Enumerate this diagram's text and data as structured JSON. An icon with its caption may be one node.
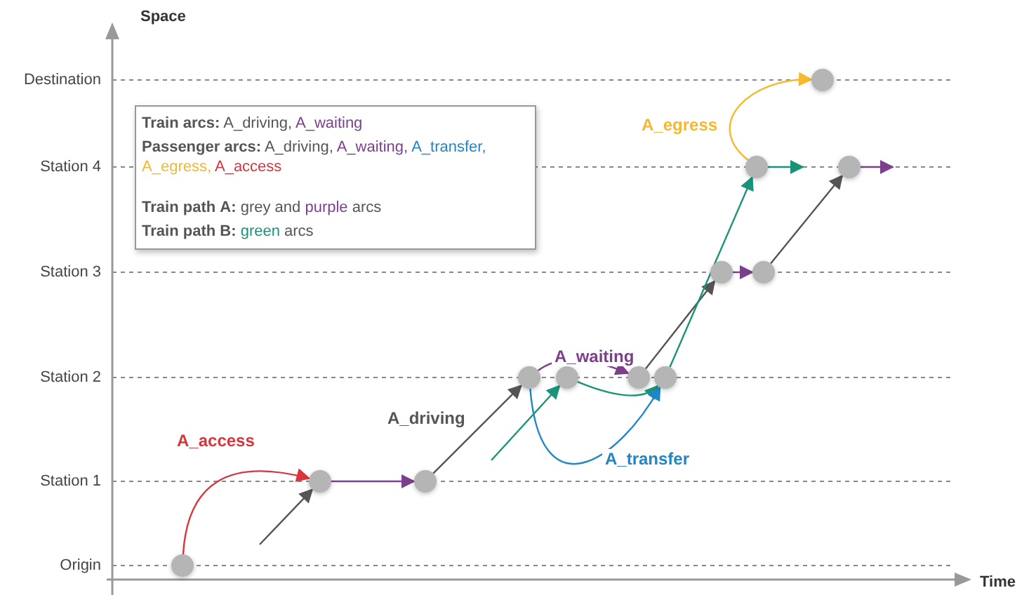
{
  "diagram": {
    "nodes": [
      {
        "text": [],
        "shape": "circle"
      },
      {
        "text": [],
        "shape": "circle"
      },
      {
        "text": [],
        "shape": "circle"
      },
      {
        "text": [],
        "shape": "circle"
      },
      {
        "text": [],
        "shape": "circle"
      },
      {
        "text": [],
        "shape": "circle"
      },
      {
        "text": [],
        "shape": "circle"
      },
      {
        "text": [],
        "shape": "circle"
      },
      {
        "text": [],
        "shape": "circle"
      },
      {
        "text": [],
        "shape": "circle"
      },
      {
        "text": [],
        "shape": "circle"
      },
      {
        "text": [],
        "shape": "circle"
      },
      {
        "text": [
          "Train arcs: A_driving, A_waiting",
          "Passenger arcs: A_driving, A_waiting, A_transfer, A_egress, A_access",
          "Train path A: grey and purple arcs",
          "Train path B: green arcs"
        ]
      }
    ],
    "edges": [
      {
        "from": 0,
        "to": 1,
        "arrow": "to",
        "label": "A_access",
        "color": "#d7363f"
      },
      {
        "from": null,
        "to": 1,
        "arrow": "to",
        "color": "#555555"
      },
      {
        "from": 1,
        "to": 2,
        "arrow": "to",
        "color": "#7b3f8c"
      },
      {
        "from": 2,
        "to": 3,
        "arrow": "to",
        "label": "A_driving",
        "color": "#555555"
      },
      {
        "from": 3,
        "to": 5,
        "arrow": "to",
        "label": "A_waiting",
        "color": "#7b3f8c"
      },
      {
        "from": null,
        "to": 4,
        "arrow": "to"
      },
      {
        "from": 4,
        "to": 6,
        "arrow": "to"
      },
      {
        "from": 3,
        "to": 6,
        "arrow": "to",
        "label": "A_transfer",
        "color": "#1f86c8"
      },
      {
        "from": 5,
        "to": 7,
        "arrow": "to",
        "color": "#555555"
      },
      {
        "from": 6,
        "to": 9,
        "arrow": "to"
      },
      {
        "from": 7,
        "to": 8,
        "arrow": "to",
        "color": "#7b3f8c"
      },
      {
        "from": 8,
        "to": 10,
        "arrow": "to",
        "color": "#555555"
      },
      {
        "from": 9,
        "to": null,
        "arrow": "to"
      },
      {
        "from": 10,
        "to": null,
        "arrow": "to",
        "color": "#7b3f8c"
      },
      {
        "from": 9,
        "to": 11,
        "arrow": "to",
        "label": "A_egress",
        "color": "#f5b82e"
      }
    ],
    "labels": [
      "Space",
      "Destination",
      "Station 4",
      "Station 3",
      "Station 2",
      "Station 1",
      "Origin",
      "Time"
    ]
  }
}
